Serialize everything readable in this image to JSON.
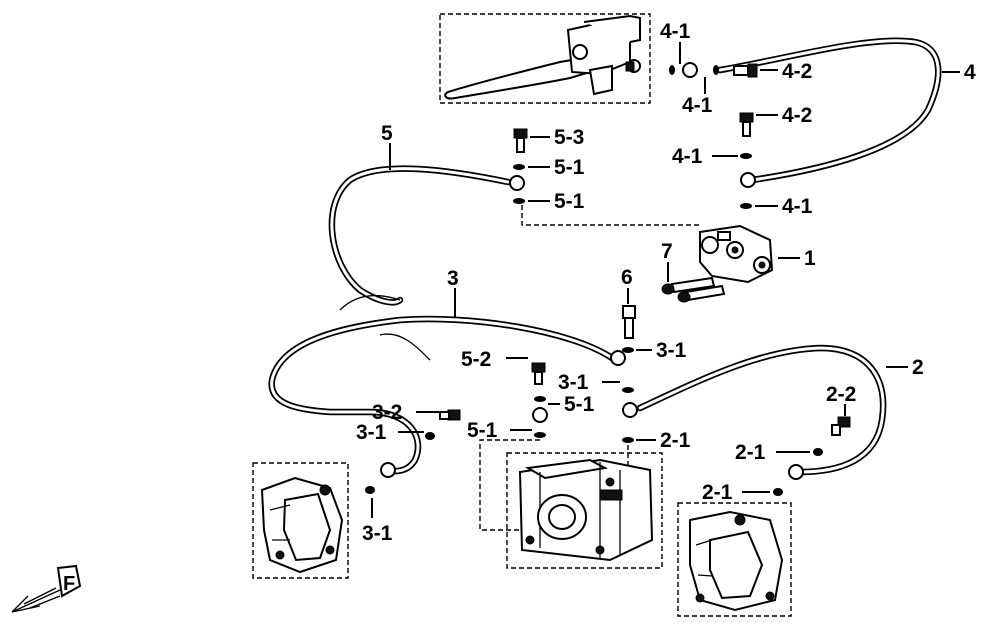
{
  "diagram": {
    "callouts": {
      "p1": "1",
      "p2": "2",
      "p2_1a": "2-1",
      "p2_1b": "2-1",
      "p2_1c": "2-1",
      "p2_2": "2-2",
      "p3": "3",
      "p3_1a": "3-1",
      "p3_1b": "3-1",
      "p3_1c": "3-1",
      "p3_1d": "3-1",
      "p3_2": "3-2",
      "p4": "4",
      "p4_1a": "4-1",
      "p4_1b": "4-1",
      "p4_1c": "4-1",
      "p4_1d": "4-1",
      "p4_2a": "4-2",
      "p4_2b": "4-2",
      "p5": "5",
      "p5_1a": "5-1",
      "p5_1b": "5-1",
      "p5_1c": "5-1",
      "p5_1d": "5-1",
      "p5_2": "5-2",
      "p5_3": "5-3",
      "p6": "6",
      "p7": "7"
    },
    "direction_marker": "F"
  }
}
